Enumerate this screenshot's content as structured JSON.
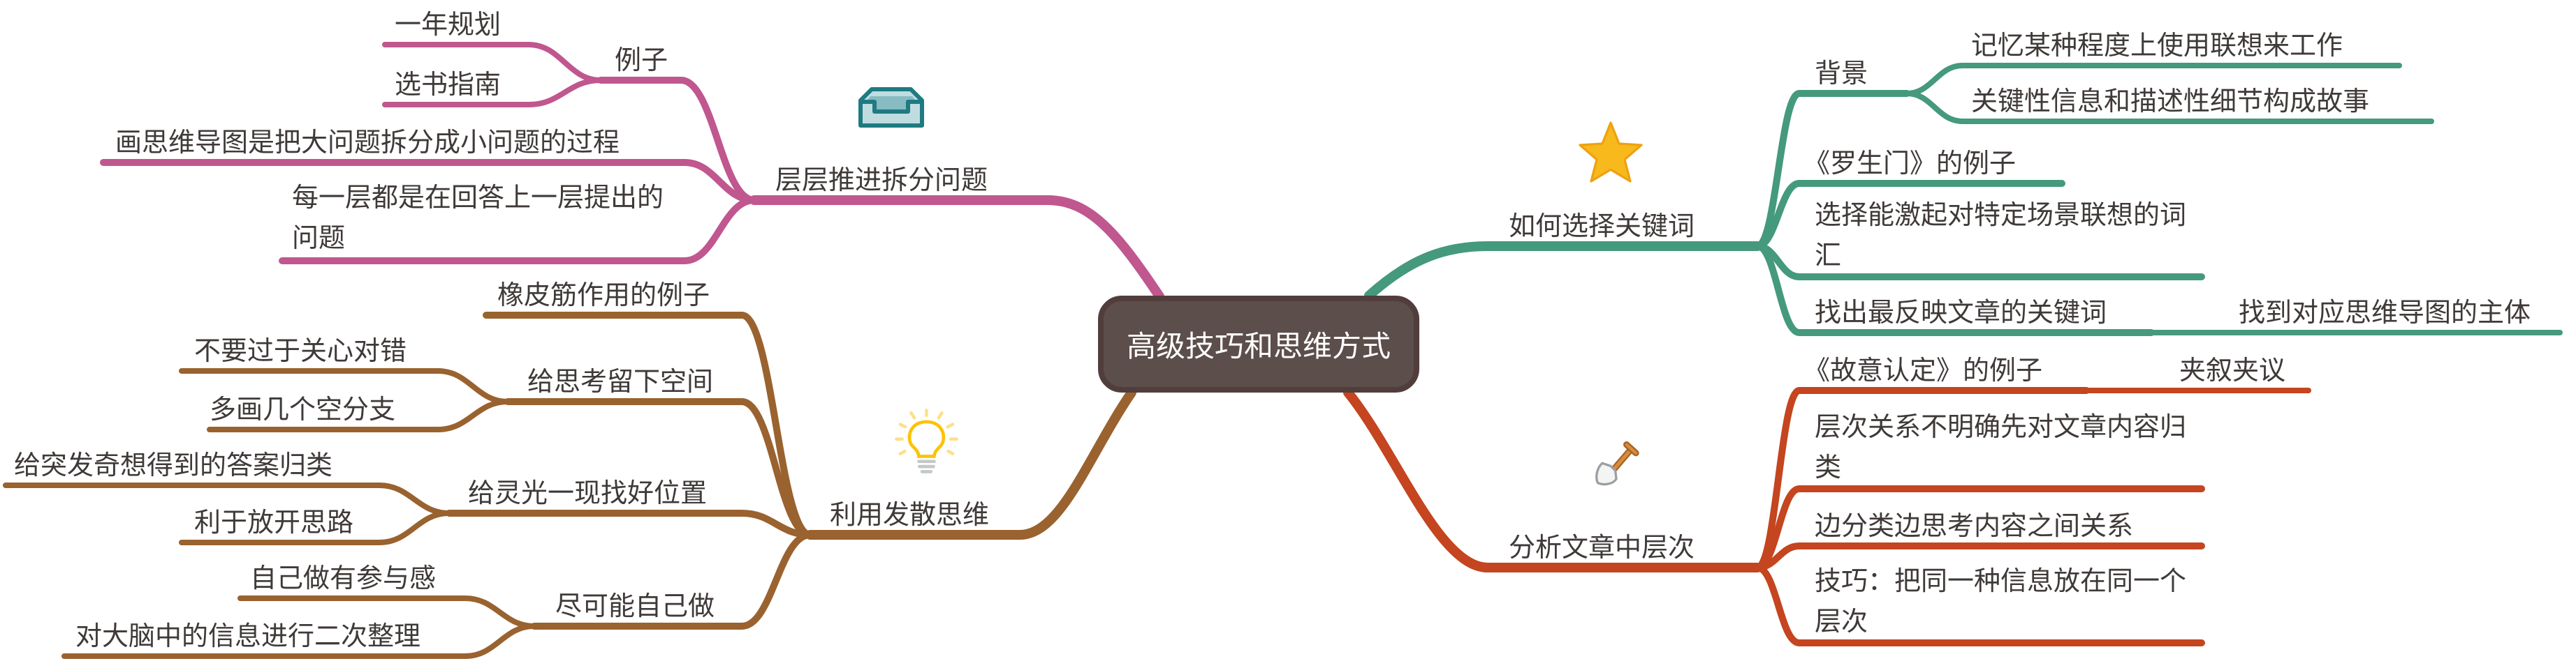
{
  "root": "高级技巧和思维方式",
  "colors": {
    "pink": "#C0578F",
    "teal": "#45997C",
    "red": "#C4451F",
    "brown": "#99622F",
    "root_fill": "#5C4E4B"
  },
  "branches": {
    "split": {
      "label": "层层推进拆分问题",
      "icon": "inbox-tray-icon",
      "example": {
        "label": "例子",
        "children": [
          "一年规划",
          "选书指南"
        ]
      },
      "item2": "画思维导图是把大问题拆分成小问题的过程",
      "item3": "每一层都是在回答上一层提出的问题"
    },
    "keywords": {
      "label": "如何选择关键词",
      "icon": "star-icon",
      "background": {
        "label": "背景",
        "children": [
          "记忆某种程度上使用联想来工作",
          "关键性信息和描述性细节构成故事"
        ]
      },
      "item2": "《罗生门》的例子",
      "item3": "选择能激起对特定场景联想的词汇",
      "item4": {
        "label": "找出最反映文章的关键词",
        "child": "找到对应思维导图的主体"
      }
    },
    "levels": {
      "label": "分析文章中层次",
      "icon": "shovel-icon",
      "item1": {
        "label": "《故意认定》的例子",
        "child": "夹叙夹议"
      },
      "item2": "层次关系不明确先对文章内容归类",
      "item3": "边分类边思考内容之间关系",
      "item4": "技巧：把同一种信息放在同一个层次"
    },
    "divergent": {
      "label": "利用发散思维",
      "icon": "lightbulb-icon",
      "item1": "橡皮筋作用的例子",
      "item2": {
        "label": "给思考留下空间",
        "children": [
          "不要过于关心对错",
          "多画几个空分支"
        ]
      },
      "item3": {
        "label": "给灵光一现找好位置",
        "children": [
          "给突发奇想得到的答案归类",
          "利于放开思路"
        ]
      },
      "item4": {
        "label": "尽可能自己做",
        "children": [
          "自己做有参与感",
          "对大脑中的信息进行二次整理"
        ]
      }
    }
  }
}
